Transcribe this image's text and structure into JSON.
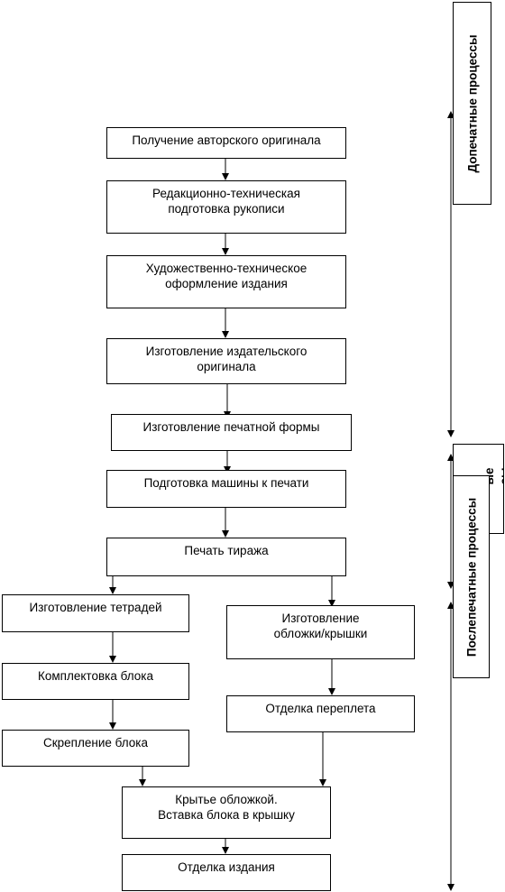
{
  "flow_steps": {
    "s1": "Получение авторского оригинала",
    "s2": "Редакционно-техническая\n   подготовка рукописи",
    "s3": "Художественно-техническое\n оформление издания",
    "s4": "Изготовление издательского\nоригинала",
    "s5": "Изготовление печатной формы",
    "s6": "Подготовка машины к печати",
    "s7": "Печать тиража",
    "s8": "Изготовление тетрадей",
    "s9": "Комплектовка блока",
    "s10": "Скрепление блока",
    "s11": "Изготовление\nобложки/крышки",
    "s12": "Отделка переплета",
    "s13": "Крытье обложкой.\nВставка блока в крышку",
    "s14": "Отделка издания"
  },
  "stages": {
    "prepress": "Допечатные процессы",
    "press_fragment": "ые\nсы",
    "postpress": "Послепечатные процессы"
  }
}
